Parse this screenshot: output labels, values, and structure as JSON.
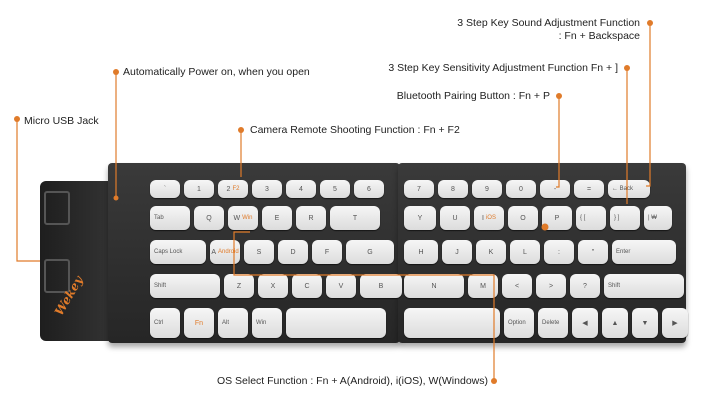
{
  "callouts": {
    "key_sound": "3 Step Key Sound Adjustment Function",
    "key_sound_combo": ": Fn + Backspace",
    "auto_power": "Automatically Power on, when you open",
    "sensitivity": "3 Step Key Sensitivity Adjustment Function Fn + ]",
    "micro_usb": "Micro USB Jack",
    "bluetooth": "Bluetooth Pairing Button : Fn + P",
    "camera": "Camera Remote Shooting Function : Fn + F2",
    "os_select": "OS Select Function : Fn + A(Android), i(iOS), W(Windows)"
  },
  "colors": {
    "accent": "#e07b2a",
    "keyboard_body": "#2e2e2e",
    "key_cap": "#ebebeb"
  },
  "brand": "Wekey",
  "keys": {
    "row1_left": [
      "`",
      "1",
      "2",
      "3",
      "4",
      "5",
      "6"
    ],
    "row1_right": [
      "7",
      "8",
      "9",
      "0",
      "-",
      "=",
      "← Back"
    ],
    "row2_left": [
      "Tab",
      "Q",
      "W",
      "E",
      "R",
      "T"
    ],
    "row2_right": [
      "Y",
      "U",
      "I",
      "O",
      "P",
      "{ [",
      "} ]",
      "| ₩"
    ],
    "row3_left": [
      "Caps Lock",
      "A",
      "S",
      "D",
      "F",
      "G"
    ],
    "row3_right": [
      "H",
      "J",
      "K",
      "L",
      ":",
      "\"",
      "Enter"
    ],
    "row4_left": [
      "Shift",
      "Z",
      "X",
      "C",
      "V",
      "B"
    ],
    "row4_right": [
      "N",
      "M",
      "<",
      ">",
      "?",
      "Shift"
    ],
    "row5_left": [
      "Ctrl",
      "Fn",
      "Alt",
      "Win",
      ""
    ],
    "row5_right": [
      "",
      "Option",
      "Delete",
      "◀",
      "▲",
      "▼",
      "▶"
    ],
    "fn_labels": {
      "f2": "F2",
      "a_sub": "Android",
      "i_sub": "iOS",
      "w_sub": "Win"
    }
  }
}
